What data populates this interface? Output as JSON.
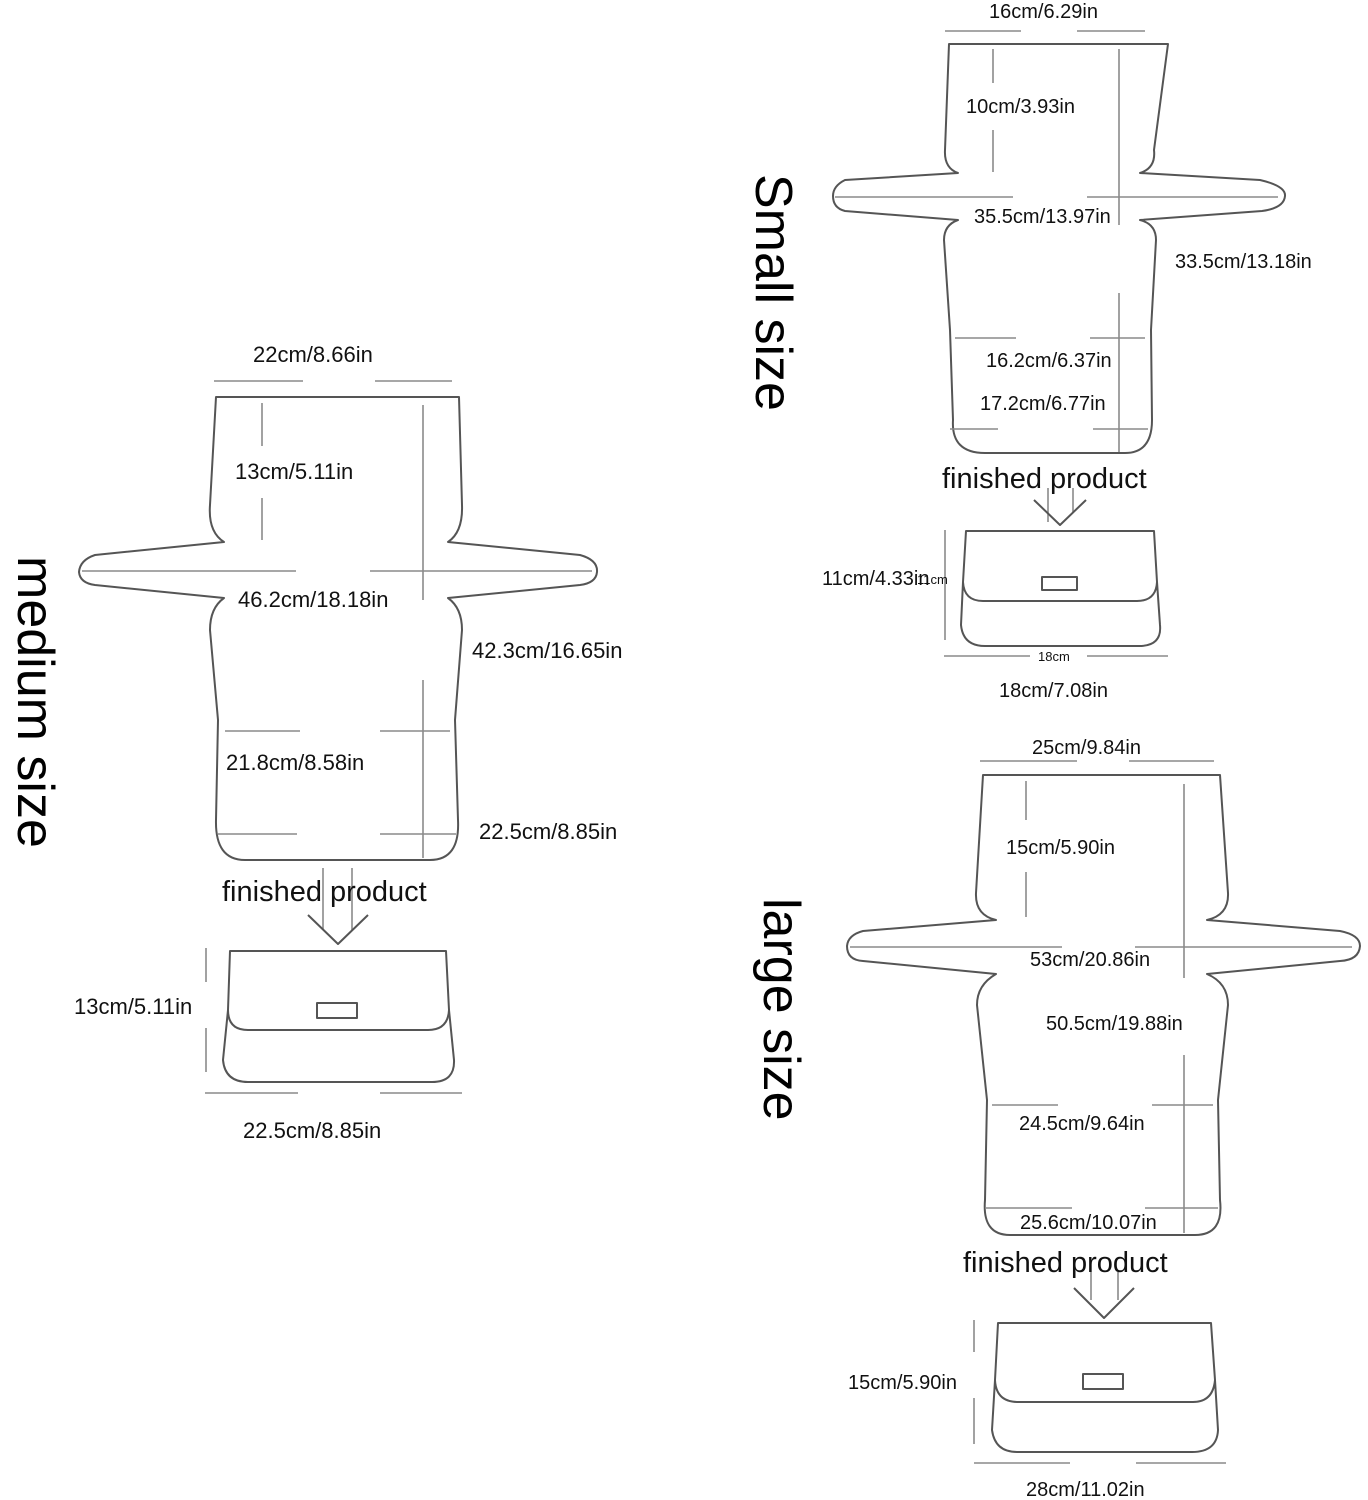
{
  "sizes": {
    "small": {
      "title": "Small size",
      "pattern": {
        "top_width": "16cm/6.29in",
        "collar_height": "10cm/3.93in",
        "span_width": "35.5cm/13.97in",
        "total_height": "33.5cm/13.18in",
        "body_width": "16.2cm/6.37in",
        "bottom_width": "17.2cm/6.77in"
      },
      "finished_label": "finished product",
      "product": {
        "height": "11cm/4.33in",
        "height_overlay": "11cm",
        "width_cm_only": "18cm",
        "width": "18cm/7.08in"
      }
    },
    "medium": {
      "title": "medium size",
      "pattern": {
        "top_width": "22cm/8.66in",
        "collar_height": "13cm/5.11in",
        "span_width": "46.2cm/18.18in",
        "total_height": "42.3cm/16.65in",
        "body_width": "21.8cm/8.58in",
        "bottom_width": "22.5cm/8.85in"
      },
      "finished_label": "finished product",
      "product": {
        "height": "13cm/5.11in",
        "width": "22.5cm/8.85in"
      }
    },
    "large": {
      "title": "large size",
      "pattern": {
        "top_width": "25cm/9.84in",
        "collar_height": "15cm/5.90in",
        "span_width": "53cm/20.86in",
        "total_height": "50.5cm/19.88in",
        "body_width": "24.5cm/9.64in",
        "bottom_width": "25.6cm/10.07in"
      },
      "finished_label": "finished product",
      "product": {
        "height": "15cm/5.90in",
        "width": "28cm/11.02in"
      }
    }
  },
  "colors": {
    "outline": "#555555",
    "dimension_line": "#8a8a8a",
    "text": "#111111",
    "background": "#ffffff"
  }
}
